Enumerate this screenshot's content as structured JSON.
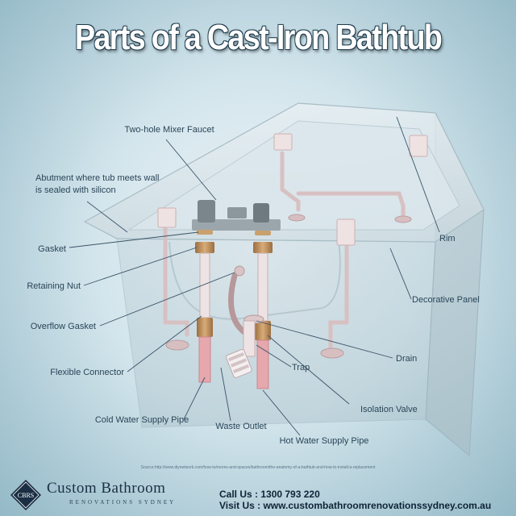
{
  "header": {
    "title": "Parts of a Cast-Iron Bathtub"
  },
  "labels": {
    "faucet": "Two-hole Mixer Faucet",
    "abutment_line1": "Abutment where tub meets wall",
    "abutment_line2": "is sealed with silicon",
    "gasket": "Gasket",
    "retaining_nut": "Retaining Nut",
    "overflow_gasket": "Overflow Gasket",
    "flexible_connector": "Flexible Connector",
    "cold_pipe": "Cold Water Supply Pipe",
    "waste_outlet": "Waste Outlet",
    "hot_pipe": "Hot Water Supply Pipe",
    "isolation_valve": "Isolation Valve",
    "trap": "Trap",
    "drain": "Drain",
    "decorative_panel": "Decorative Panel",
    "rim": "Rim"
  },
  "source": "Source:http://www.diynetwork.com/how-to/rooms-and-spaces/bathroom/the-anatomy-of-a-bathtub-and-how-to-install-a-replacement",
  "footer": {
    "logo_badge": "CBRS",
    "company_name": "Custom Bathroom",
    "company_sub": "RENOVATIONS SYDNEY",
    "call": "Call Us : 1300 793 220",
    "visit": "Visit Us : www.custombathroomrenovationssydney.com.au"
  },
  "colors": {
    "tub_fill": "#c8d6dc",
    "pipe_pink": "#e8b3b8",
    "brass": "#b98a5a",
    "accent_dark": "#1b2f44"
  },
  "icons": {
    "logo": "cbrs-diamond-logo"
  }
}
